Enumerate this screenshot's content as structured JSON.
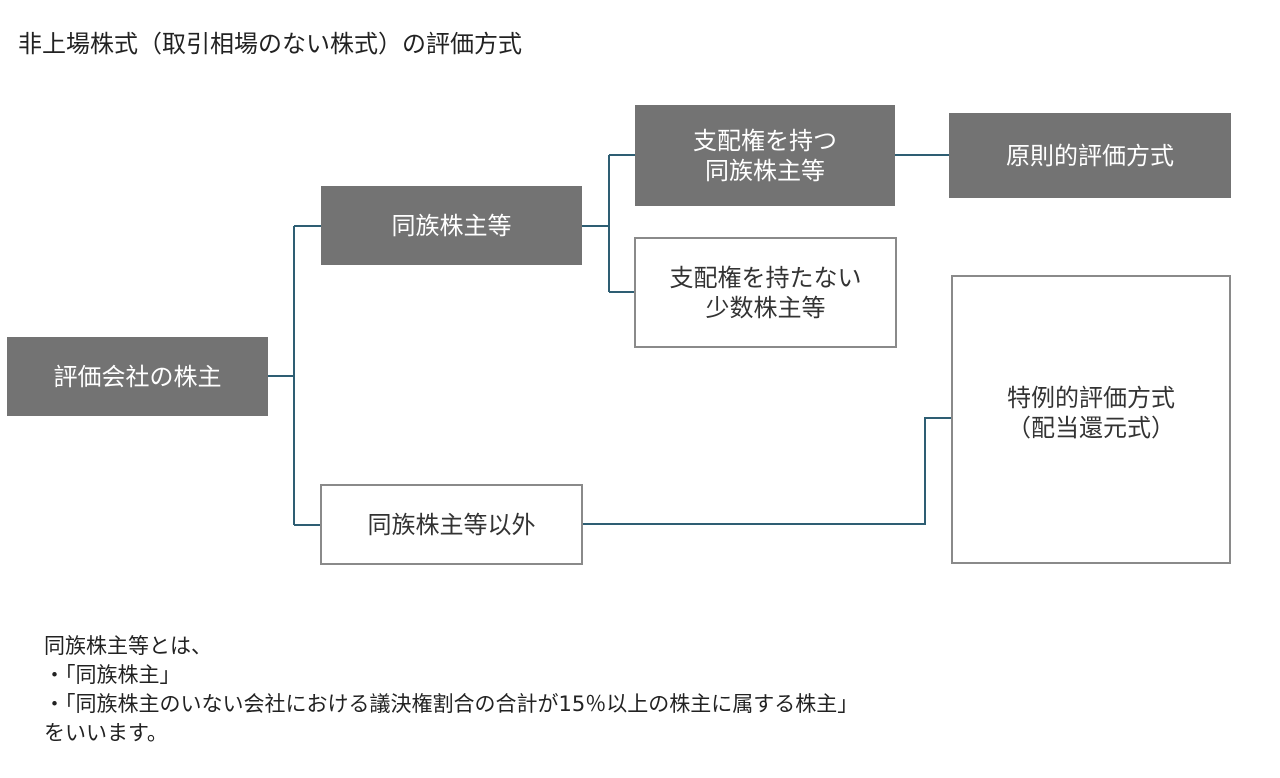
{
  "page_title": "非上場株式（取引相場のない株式）の評価方式",
  "diagram": {
    "root": "評価会社の株主",
    "family": "同族株主等",
    "controlling": [
      "支配権を持つ",
      "同族株主等"
    ],
    "non_controlling": [
      "支配権を持たない",
      "少数株主等"
    ],
    "non_family": "同族株主等以外",
    "principle": "原則的評価方式",
    "exception": [
      "特例的評価方式",
      "（配当還元式）"
    ]
  },
  "colors": {
    "dark_box": "#737373",
    "light_border": "#8a8a8a",
    "connector": "#2e5e73"
  },
  "note": {
    "lines": [
      "同族株主等とは、",
      "・「同族株主」",
      "・「同族株主のいない会社における議決権割合の合計が15％以上の株主に属する株主」",
      "をいいます。"
    ]
  }
}
